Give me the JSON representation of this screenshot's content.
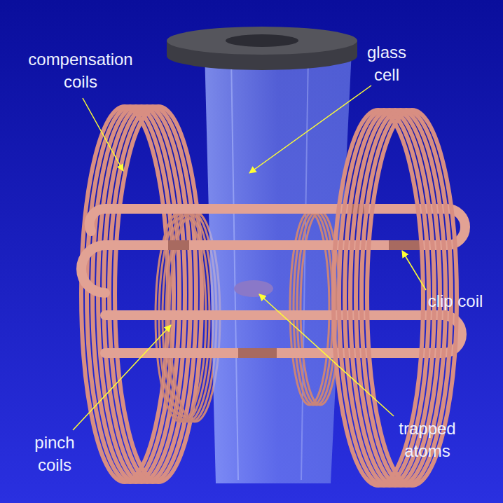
{
  "diagram": {
    "labels": [
      "compensation coils",
      "glass cell",
      "clip coil",
      "trapped atoms",
      "pinch coils"
    ]
  }
}
